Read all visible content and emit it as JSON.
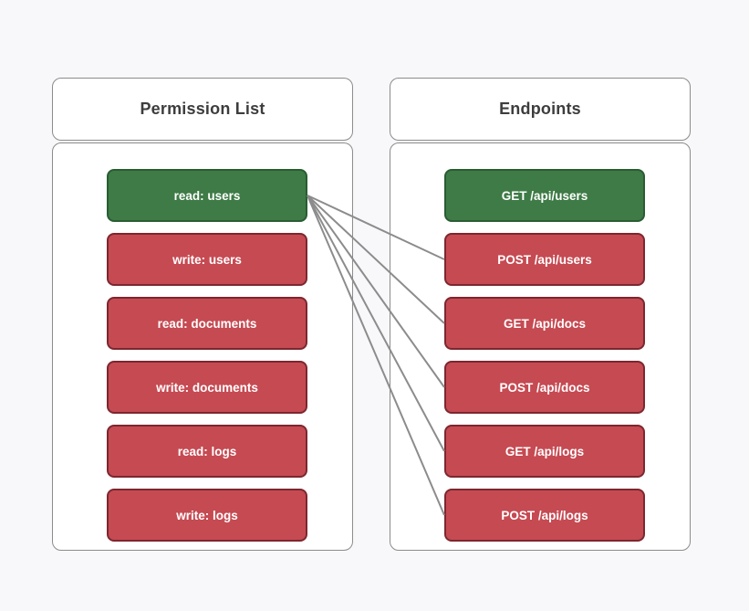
{
  "page": {
    "background": "#f8f8fa"
  },
  "colors": {
    "panel_bg": "#ffffff",
    "panel_border": "#8c8c8c",
    "title_text": "#3d3d3d",
    "granted_bg": "#3e7b46",
    "granted_border": "#2a5c33",
    "denied_bg": "#c64a52",
    "denied_border": "#7c2730",
    "node_text": "#ffffff",
    "connector": "#8c8c8c"
  },
  "panels": [
    {
      "id": "permission-list",
      "title": "Permission List",
      "items": [
        {
          "label": "read: users",
          "state": "granted"
        },
        {
          "label": "write: users",
          "state": "denied"
        },
        {
          "label": "read: documents",
          "state": "denied"
        },
        {
          "label": "write: documents",
          "state": "denied"
        },
        {
          "label": "read: logs",
          "state": "denied"
        },
        {
          "label": "write: logs",
          "state": "denied"
        }
      ]
    },
    {
      "id": "endpoints",
      "title": "Endpoints",
      "items": [
        {
          "label": "GET /api/users",
          "state": "granted"
        },
        {
          "label": "POST /api/users",
          "state": "denied"
        },
        {
          "label": "GET /api/docs",
          "state": "denied"
        },
        {
          "label": "POST /api/docs",
          "state": "denied"
        },
        {
          "label": "GET /api/logs",
          "state": "denied"
        },
        {
          "label": "POST /api/logs",
          "state": "denied"
        }
      ]
    }
  ],
  "connections": [
    {
      "from": "read: users",
      "to": "POST /api/users"
    },
    {
      "from": "read: users",
      "to": "GET /api/docs"
    },
    {
      "from": "read: users",
      "to": "POST /api/docs"
    },
    {
      "from": "read: users",
      "to": "GET /api/logs"
    },
    {
      "from": "read: users",
      "to": "POST /api/logs"
    }
  ]
}
